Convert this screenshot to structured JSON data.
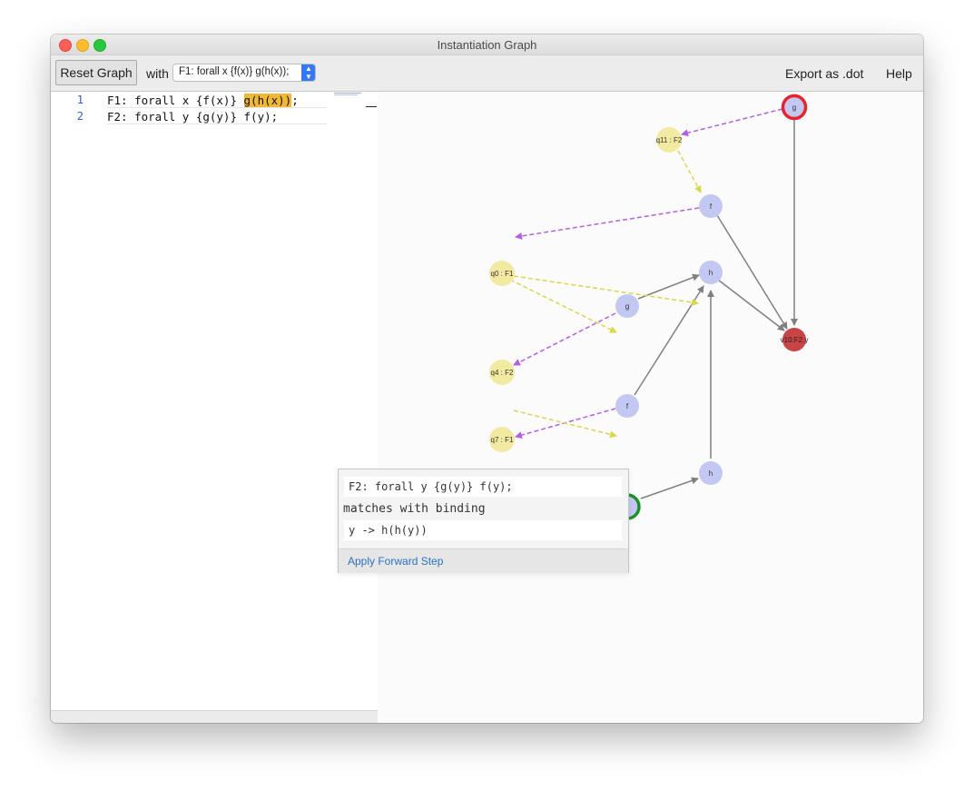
{
  "window": {
    "title": "Instantiation Graph"
  },
  "toolbar": {
    "reset_label": "Reset Graph",
    "with_label": "with",
    "selected_formula": "F1: forall x {f(x)} g(h(x));",
    "export_label": "Export as .dot",
    "help_label": "Help"
  },
  "editor": {
    "lines": [
      {
        "num": "1",
        "before": "F1: forall x {f(x)} ",
        "highlight": "g(h(x))",
        "after": ";"
      },
      {
        "num": "2",
        "text": "F2: forall y {g(y)} f(y);"
      }
    ]
  },
  "graph": {
    "nodes": [
      {
        "id": "g_top",
        "label": "g",
        "kind": "term",
        "status": "selected-red"
      },
      {
        "id": "q11",
        "label": "q11 : F2",
        "kind": "quantifier"
      },
      {
        "id": "f_1",
        "label": "f",
        "kind": "term"
      },
      {
        "id": "q0",
        "label": "q0 : F1",
        "kind": "quantifier"
      },
      {
        "id": "h_1",
        "label": "h",
        "kind": "term"
      },
      {
        "id": "g_2",
        "label": "g",
        "kind": "term"
      },
      {
        "id": "v10",
        "label": "v10:F2.y",
        "kind": "variable"
      },
      {
        "id": "q4",
        "label": "q4 : F2",
        "kind": "quantifier"
      },
      {
        "id": "f_3",
        "label": "f",
        "kind": "term"
      },
      {
        "id": "q7",
        "label": "q7 : F1",
        "kind": "quantifier"
      },
      {
        "id": "h_4",
        "label": "h",
        "kind": "term"
      },
      {
        "id": "term_green",
        "label": "",
        "kind": "term",
        "status": "selected-green"
      }
    ]
  },
  "popup": {
    "formula": "F2: forall y {g(y)} f(y);",
    "matches_text": "matches with binding",
    "binding": "y -> h(h(y))",
    "action_label": "Apply Forward Step"
  },
  "colors": {
    "term_node": "#c2c8f2",
    "quantifier_node": "#f1eaa0",
    "variable_node": "#c94545",
    "selected_red": "#e8232c",
    "selected_green": "#1f8f2d",
    "edge_solid": "#808080",
    "edge_purple": "#b45ee6",
    "edge_yellow": "#d9d84a",
    "link_blue": "#2a72c4"
  }
}
